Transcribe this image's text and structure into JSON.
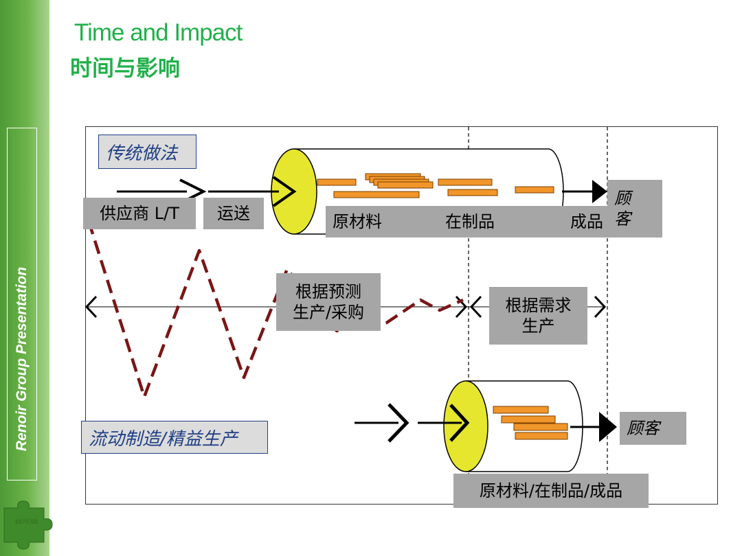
{
  "sidebar": {
    "caption": "Renoir Group Presentation",
    "logo_text": "RENOIR"
  },
  "title": {
    "en": "Time and Impact",
    "cn": "时间与影响"
  },
  "traditional": {
    "method_label": "传统做法",
    "supplier_label": "供应商 L/T",
    "transport_label": "运送",
    "stock_labels": {
      "raw": "原材料",
      "wip": "在制品",
      "finished": "成品"
    },
    "customer_label": "顾\n客"
  },
  "middle": {
    "forecast_label": "根据预测\n生产/采购",
    "demand_label": "根据需求\n生产"
  },
  "lean": {
    "method_label": "流动制造/精益生产",
    "customer_label": "顾客",
    "stock_label": "原材料/在制品/成品"
  },
  "colors": {
    "accent_green": "#22b04b",
    "cylinder_face": "#e6e62e",
    "inventory_bar": "#f0962a",
    "dashed_line": "#7a1616",
    "method_text": "#1f3f84"
  }
}
